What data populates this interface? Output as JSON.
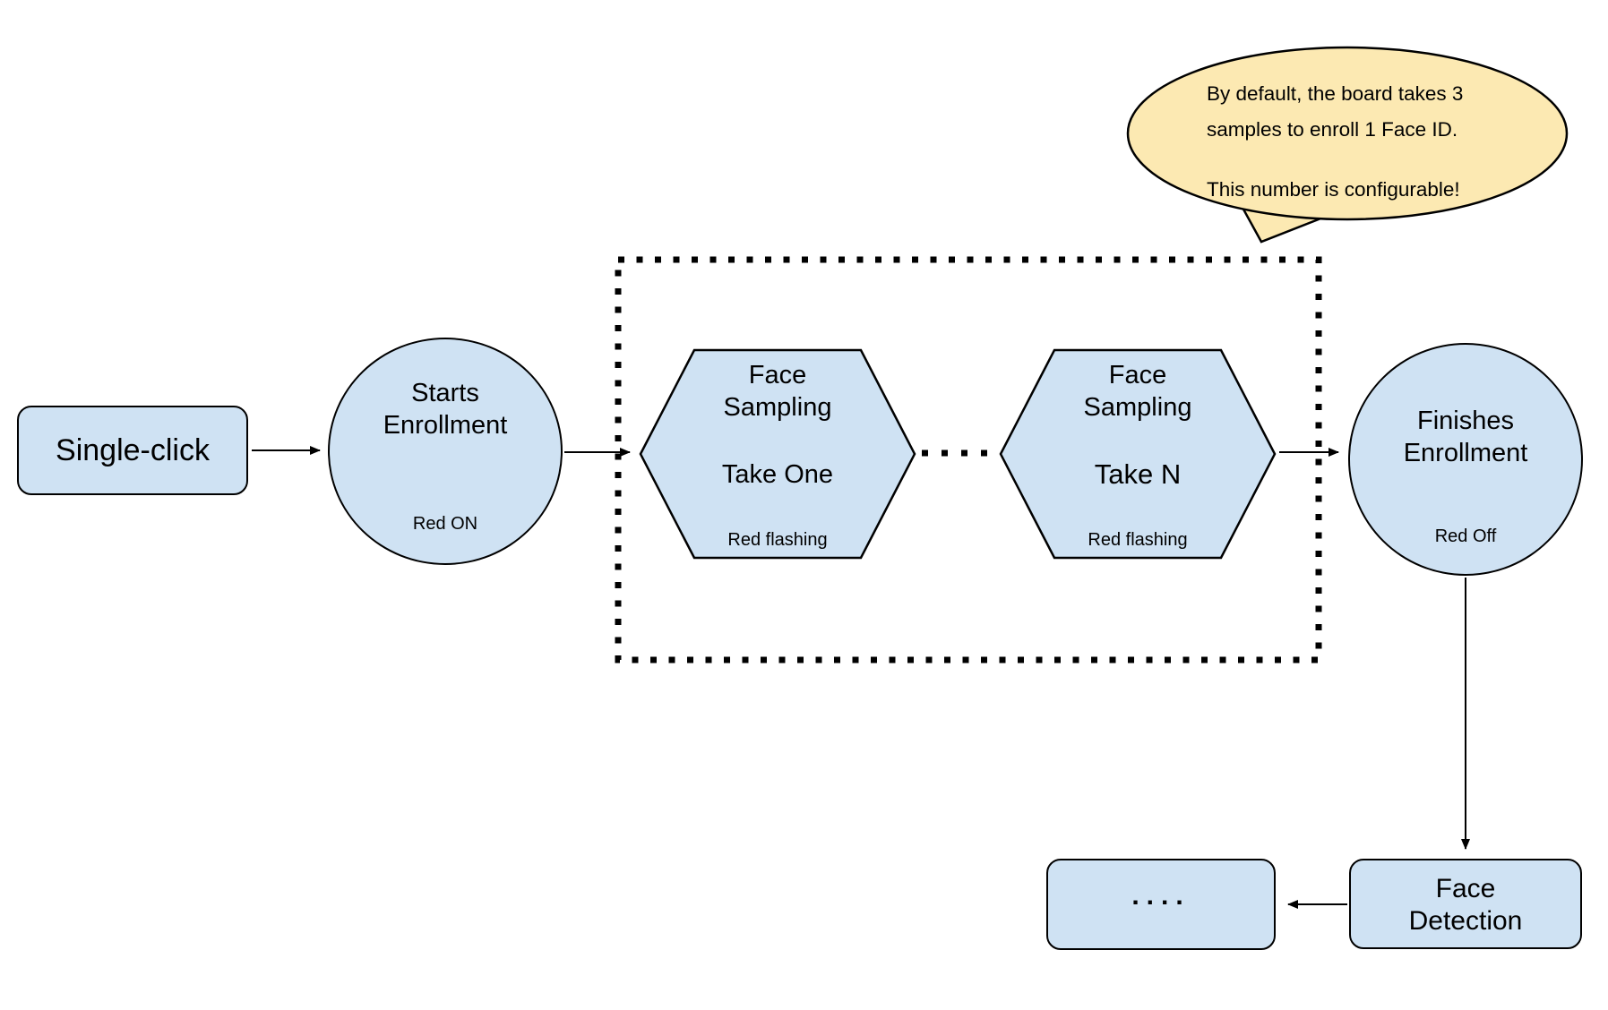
{
  "colors": {
    "canvas_bg": "#ffffff",
    "node_fill": "#cfe2f3",
    "node_stroke": "#000000",
    "line_color": "#000000",
    "bubble_fill": "#fce9b2"
  },
  "nodes": {
    "single_click": {
      "label": "Single-click"
    },
    "starts_enrollment": {
      "line1": "Starts",
      "line2": "Enrollment",
      "status": "Red ON"
    },
    "sampling_one": {
      "line1": "Face",
      "line2": "Sampling",
      "take": "Take One",
      "status": "Red flashing"
    },
    "sampling_n": {
      "line1": "Face",
      "line2": "Sampling",
      "take": "Take N",
      "status": "Red flashing"
    },
    "finishes_enrollment": {
      "line1": "Finishes",
      "line2": "Enrollment",
      "status": "Red Off"
    },
    "face_detection": {
      "line1": "Face",
      "line2": "Detection"
    },
    "ellipsis": {
      "label": "...."
    }
  },
  "callout": {
    "line1": "By default, the board takes 3",
    "line2": "samples to enroll 1 Face ID.",
    "line3": "This number is configurable!"
  }
}
